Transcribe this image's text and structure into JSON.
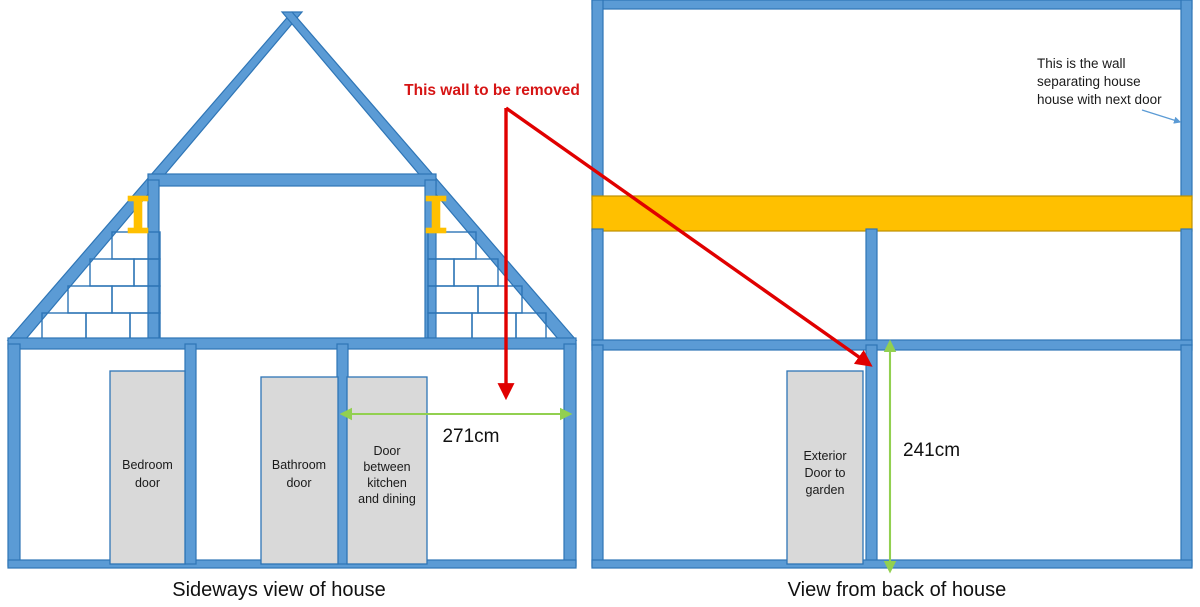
{
  "diagram": {
    "title_left": "Sideways view of house",
    "title_right": "View from back of house"
  },
  "annotations": {
    "removal_callout": "This wall to be removed",
    "party_wall_note_line1": "This is the wall",
    "party_wall_note_line2": "separating house",
    "party_wall_note_line3": "house with next door"
  },
  "dimensions": {
    "horizontal_label": "271cm",
    "vertical_label": "241cm"
  },
  "doors": {
    "bedroom_line1": "Bedroom",
    "bedroom_line2": "door",
    "bathroom_line1": "Bathroom",
    "bathroom_line2": "door",
    "kitchen_dining_line1": "Door",
    "kitchen_dining_line2": "between",
    "kitchen_dining_line3": "kitchen",
    "kitchen_dining_line4": "and dining",
    "exterior_line1": "Exterior",
    "exterior_line2": "Door to",
    "exterior_line3": "garden"
  },
  "colors": {
    "wall_fill": "#5B9BD5",
    "wall_stroke": "#2E75B6",
    "beam_yellow": "#FFC000",
    "door_fill": "#D9D9D9",
    "dimension_green": "#92D050",
    "annotation_red": "#E00000",
    "note_text": "#1a1a1a"
  },
  "icons": {
    "red_down_arrow": "red-down-arrow-icon",
    "red_diagonal_arrow": "red-diagonal-arrow-icon",
    "green_horizontal_dimension_arrow": "green-horizontal-dimension-arrow-icon",
    "green_vertical_dimension_arrow": "green-vertical-dimension-arrow-icon",
    "blue_leader_arrow": "blue-leader-arrow-icon",
    "steel_prop_left": "steel-prop-icon",
    "steel_prop_right": "steel-prop-icon",
    "steel_beam": "steel-beam-icon"
  }
}
